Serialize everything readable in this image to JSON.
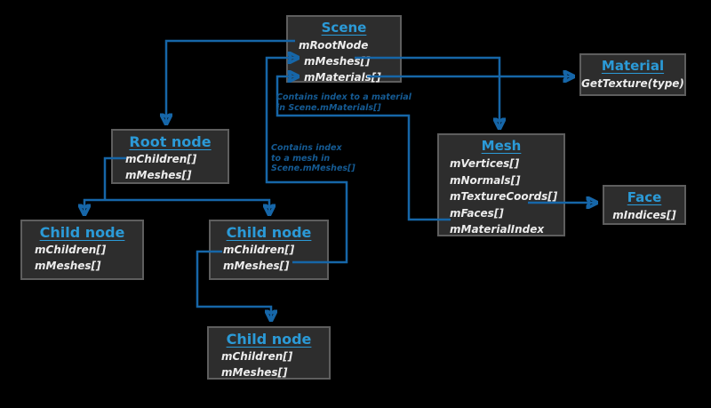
{
  "nodes": {
    "scene": {
      "title": "Scene",
      "fields": [
        "mRootNode",
        "mMeshes[]",
        "mMaterials[]"
      ]
    },
    "material": {
      "title": "Material",
      "fields": [
        "GetTexture(type)"
      ]
    },
    "root_node": {
      "title": "Root node",
      "fields": [
        "mChildren[]",
        "mMeshes[]"
      ]
    },
    "mesh": {
      "title": "Mesh",
      "fields": [
        "mVertices[]",
        "mNormals[]",
        "mTextureCoords[]",
        "mFaces[]",
        "mMaterialIndex"
      ]
    },
    "face": {
      "title": "Face",
      "fields": [
        "mIndices[]"
      ]
    },
    "child_node_left": {
      "title": "Child node",
      "fields": [
        "mChildren[]",
        "mMeshes[]"
      ]
    },
    "child_node_middle": {
      "title": "Child node",
      "fields": [
        "mChildren[]",
        "mMeshes[]"
      ]
    },
    "child_node_bottom": {
      "title": "Child node",
      "fields": [
        "mChildren[]",
        "mMeshes[]"
      ]
    }
  },
  "annotations": {
    "material_index_note": {
      "lines": [
        "Contains index to a material",
        "in Scene.mMaterials[]"
      ]
    },
    "mesh_index_note": {
      "lines": [
        "Contains index",
        "to a mesh in",
        "Scene.mMeshes[]"
      ]
    }
  },
  "colors": {
    "background": "#000000",
    "box_fill": "#2d2d2d",
    "box_border": "#5e5e5e",
    "title_blue": "#2b9ad7",
    "field_text": "#ececec",
    "connector_blue": "#1666a8",
    "annotation_blue": "#155b94"
  }
}
